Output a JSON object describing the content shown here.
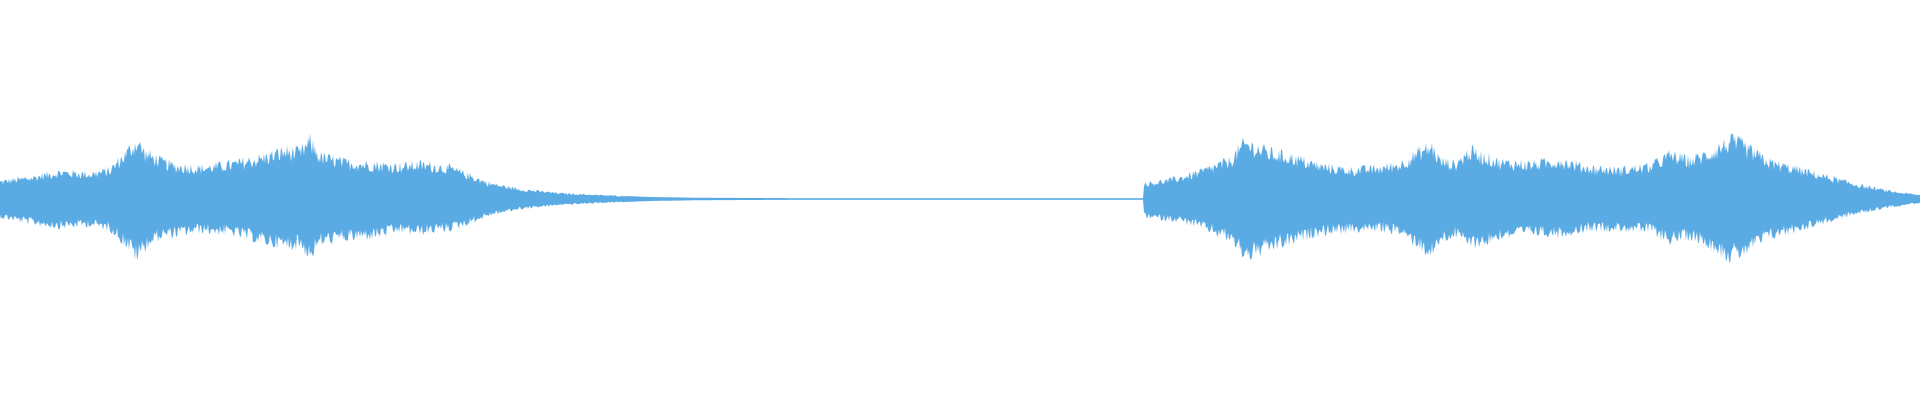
{
  "waveform": {
    "color": "#5aaae3",
    "background": "#ffffff",
    "segments": [
      {
        "id": "segment-1",
        "label": "active"
      },
      {
        "id": "silence",
        "label": "silent"
      },
      {
        "id": "segment-2",
        "label": "active"
      }
    ]
  }
}
